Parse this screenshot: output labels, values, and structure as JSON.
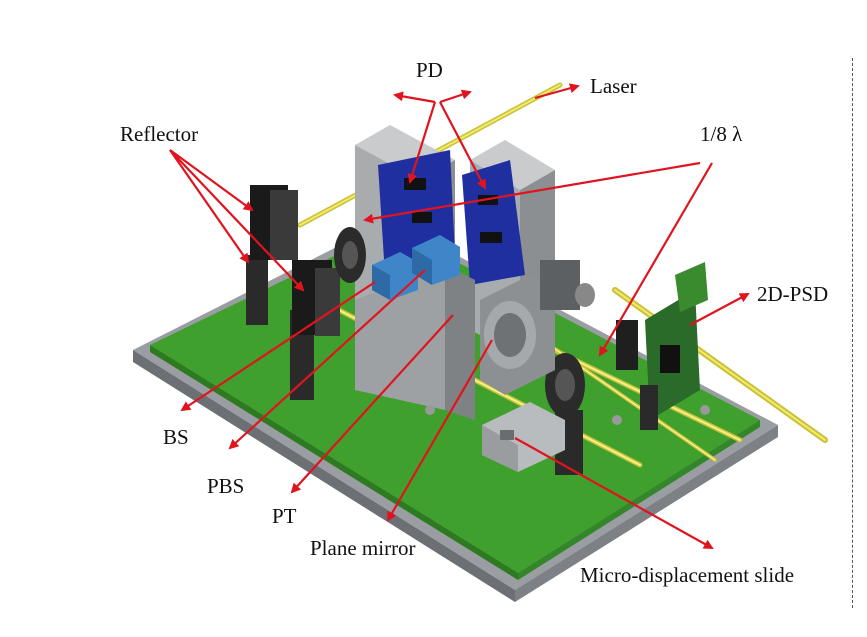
{
  "labels": {
    "pd": "PD",
    "laser": "Laser",
    "reflector": "Reflector",
    "eighth_lambda": "1/8 λ",
    "psd": "2D-PSD",
    "bs": "BS",
    "pbs": "PBS",
    "pt": "PT",
    "plane_mirror": "Plane mirror",
    "slide": "Micro-displacement slide"
  },
  "colors": {
    "arrow": "#e0141e",
    "board_green": "#3fa02e",
    "base_grey": "#8f9296",
    "pd_blue": "#1f2fa0",
    "bs_blue": "#3f86c8",
    "beam_yellow": "#e8e04a"
  }
}
